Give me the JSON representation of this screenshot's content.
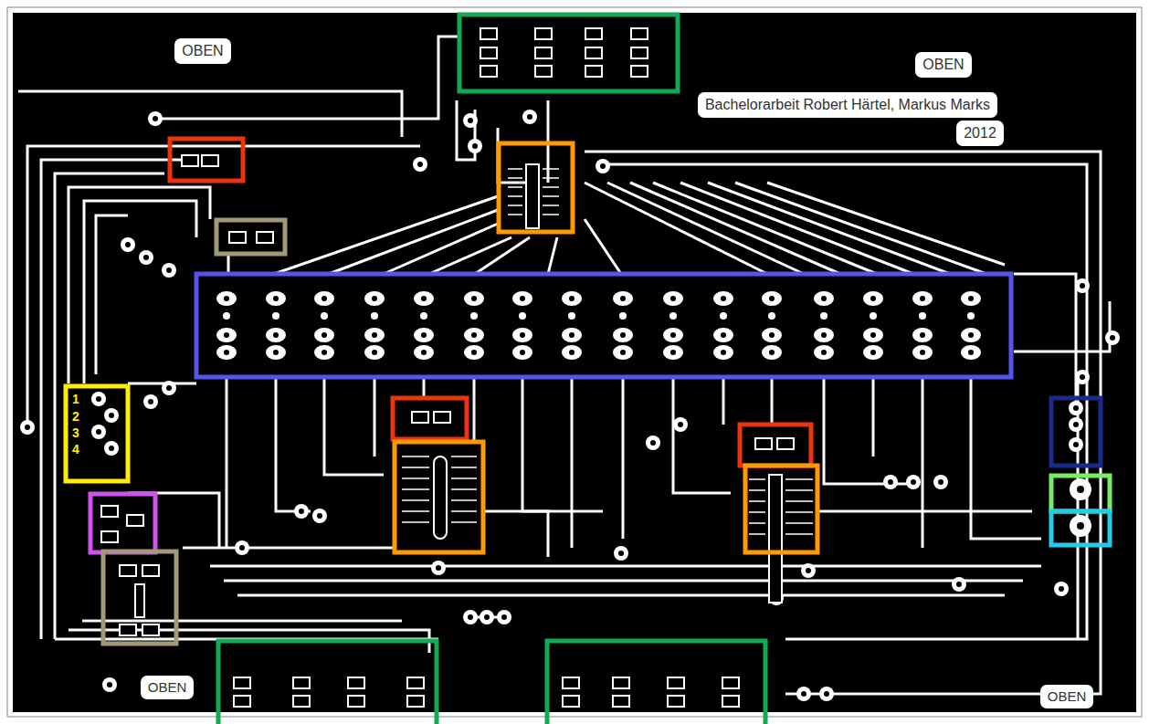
{
  "diagram": {
    "labels": [
      "OBEN",
      "OBEN",
      "Bachelorarbeit Robert Härtel, Markus Marks",
      "2012",
      "1",
      "2",
      "3",
      "4",
      "OBEN",
      "OBEN"
    ]
  }
}
